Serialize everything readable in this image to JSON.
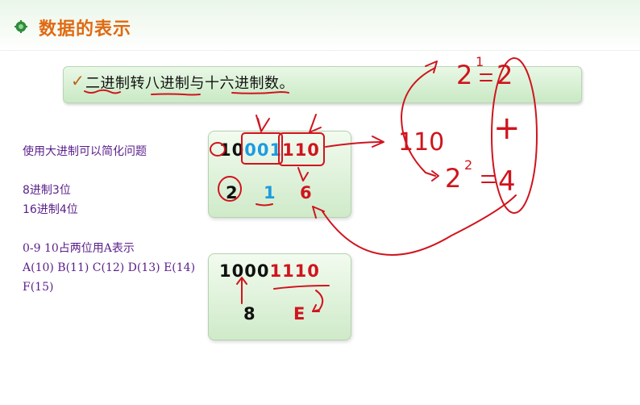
{
  "header": {
    "title": "数据的表示",
    "icon": "gear-flower-icon"
  },
  "banner": {
    "check": "✓",
    "text_parts": [
      "二进制转",
      "八进制",
      "与",
      "十六进制",
      "数。"
    ]
  },
  "notes": {
    "line1": "使用大进制可以简化问题",
    "line2": "8进制3位",
    "line3": "16进制4位",
    "line4": "0-9 10占两位用A表示",
    "line5": "A(10) B(11) C(12) D(13) E(14)",
    "line6": "F(15)"
  },
  "card_octal": {
    "digits": [
      "10",
      "001",
      "110"
    ],
    "results": [
      "2",
      "1",
      "6"
    ]
  },
  "card_hex": {
    "digits": [
      "1000",
      "1110"
    ],
    "results": [
      "8",
      "E"
    ]
  },
  "annotations": {
    "binary_110": "110",
    "power1": "2",
    "exp1": "1",
    "val1": "2",
    "plus": "+",
    "power2": "2",
    "exp2": "2",
    "val2": "4"
  },
  "colors": {
    "title": "#e06a12",
    "notes": "#5a1f8a",
    "ink": "#d0141e",
    "blue": "#1e9be0"
  }
}
